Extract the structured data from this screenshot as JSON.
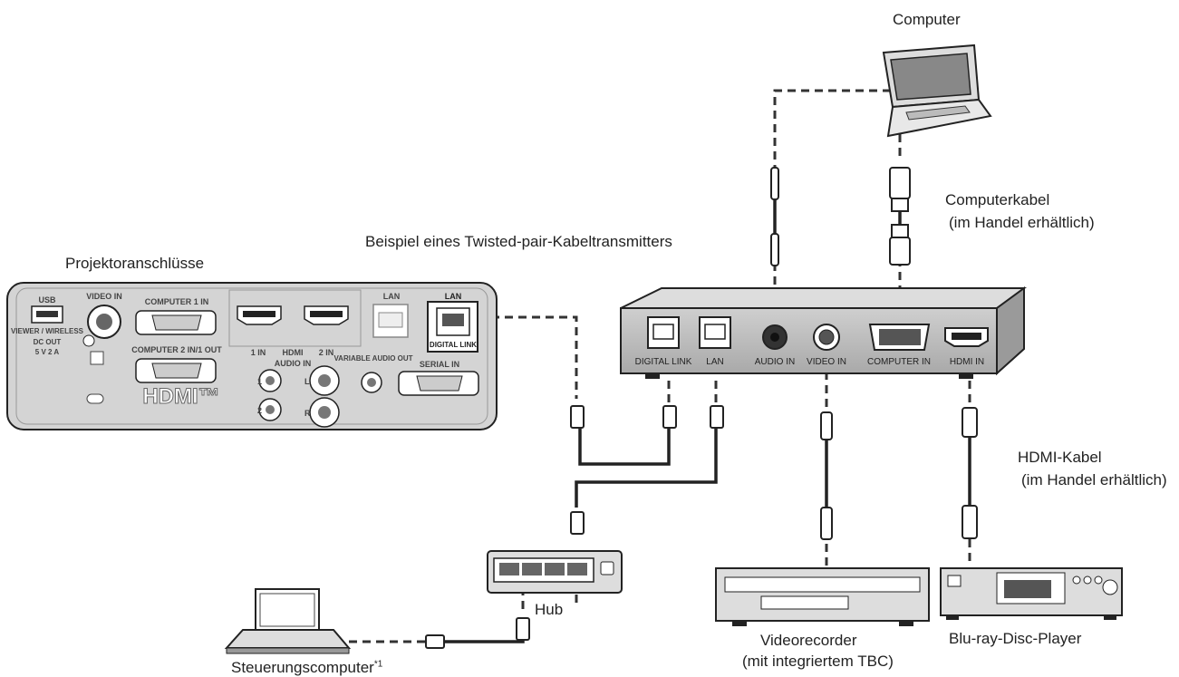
{
  "labels": {
    "computer": "Computer",
    "computer_cable_1": "Computerkabel",
    "computer_cable_2": "(im Handel erhältlich)",
    "transmitter_example": "Beispiel eines Twisted-pair-Kabeltransmitters",
    "projector_terminals": "Projektoranschlüsse",
    "hdmi_cable_1": "HDMI-Kabel",
    "hdmi_cable_2": "(im Handel erhältlich)",
    "hub": "Hub",
    "video_recorder_1": "Videorecorder",
    "video_recorder_2": "(mit integriertem TBC)",
    "bluray": "Blu-ray-Disc-Player",
    "control_computer": "Steuerungscomputer",
    "control_computer_note": "*1"
  },
  "projector_panel": {
    "usb": "USB",
    "viewer_wireless": "VIEWER / WIRELESS",
    "dc_out": "DC OUT",
    "dc_rating": "5 V 2 A",
    "video_in": "VIDEO IN",
    "computer1_in": "COMPUTER 1 IN",
    "computer2_in_out": "COMPUTER 2 IN/1 OUT",
    "hdmi_1in": "1 IN",
    "hdmi_label": "HDMI",
    "hdmi_2in": "2 IN",
    "audio_in": "AUDIO IN",
    "audio_l": "L",
    "audio_r": "R",
    "audio_1": "1",
    "audio_2": "2",
    "lan": "LAN",
    "lan_dl": "LAN",
    "digital_link": "DIGITAL LINK",
    "variable_audio_out": "VARIABLE AUDIO OUT",
    "serial_in": "SERIAL IN",
    "hdmi_logo": "HDMI™"
  },
  "transmitter_panel": {
    "digital_link": "DIGITAL LINK",
    "lan": "LAN",
    "audio_in": "AUDIO IN",
    "video_in": "VIDEO IN",
    "computer_in": "COMPUTER IN",
    "hdmi_in": "HDMI IN"
  }
}
